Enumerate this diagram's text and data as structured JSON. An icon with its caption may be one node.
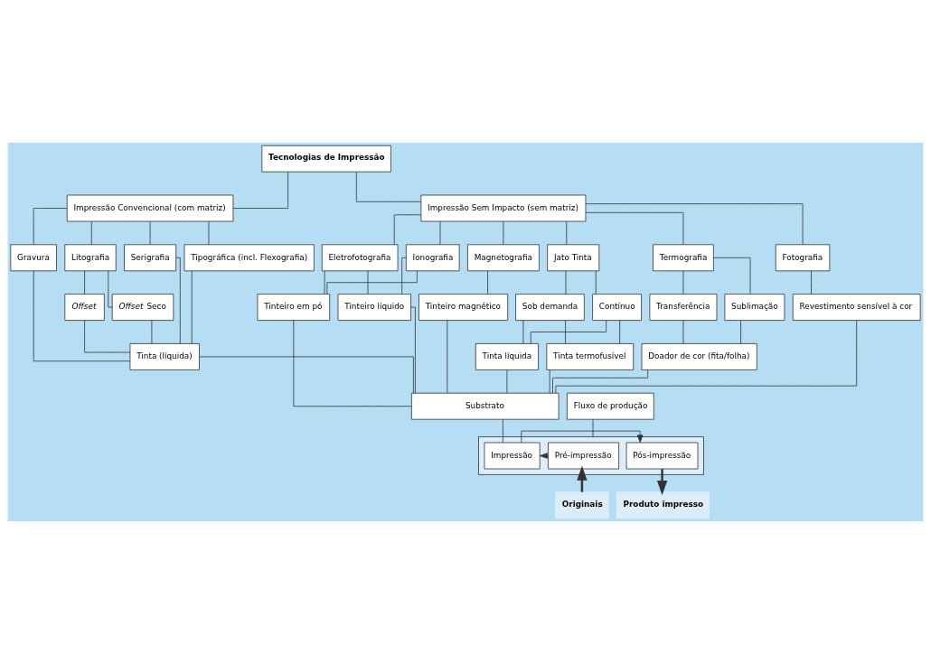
{
  "diagram": {
    "nodes": [
      {
        "text": [
          "Tecnologias de Impressão"
        ]
      },
      {
        "text": [
          "Impressão Convencional (com matriz)"
        ]
      },
      {
        "text": [
          "Impressão Sem Impacto (sem matriz)"
        ]
      },
      {
        "text": [
          "Serigrafia"
        ]
      },
      {
        "text": [
          "Tipográfica (incl. Flexografia)"
        ]
      },
      {
        "text": [
          "Litografia"
        ]
      },
      {
        "text": [
          "Gravura"
        ]
      },
      {
        "text": [
          "Eletrofotografia"
        ]
      },
      {
        "text": [
          "Ionografia"
        ]
      },
      {
        "text": [
          "Magnetografia"
        ]
      },
      {
        "text": [
          "Jato Tinta"
        ]
      },
      {
        "text": [
          "Termografia"
        ]
      },
      {
        "text": [
          "Fotografia"
        ]
      },
      {
        "text": [
          "Offset"
        ]
      },
      {
        "text": [
          "*Offset* Seco"
        ]
      },
      {
        "text": [
          "Contínuo"
        ]
      },
      {
        "text": [
          "Sob demanda"
        ]
      },
      {
        "text": [
          "Sublimação"
        ]
      },
      {
        "text": [
          "Transferência"
        ]
      },
      {
        "text": [
          "Tinta (líquida)"
        ]
      },
      {
        "text": [
          "Tinteiro em pó"
        ]
      },
      {
        "text": [
          "Tinteiro líquido"
        ]
      },
      {
        "text": [
          "Tinteiro magnético"
        ]
      },
      {
        "text": [
          "Tinta líquida"
        ]
      },
      {
        "text": [
          "Tinta termofusível"
        ]
      },
      {
        "text": [
          "Doador de cor (fita/folha)"
        ]
      },
      {
        "text": [
          "Revestimento sensível à cor"
        ]
      },
      {
        "text": [
          "Substrato"
        ]
      },
      {
        "text": [
          "Fluxo de produção"
        ]
      },
      {
        "text": [],
        "shape": "box"
      },
      {
        "text": [
          "Pré-impressão"
        ],
        "in": 29
      },
      {
        "text": [
          "Impressão"
        ],
        "in": 29
      },
      {
        "text": [
          "Pós-impressão"
        ],
        "in": 29
      },
      {
        "text": [
          "Originais"
        ]
      },
      {
        "text": [
          "Produto impresso"
        ]
      }
    ],
    "edges": [
      {
        "from": 0,
        "to": 1,
        "arrow": "none"
      },
      {
        "from": 0,
        "to": 2,
        "arrow": "none"
      },
      {
        "from": 1,
        "to": 3,
        "arrow": "none"
      },
      {
        "from": 1,
        "to": 4,
        "arrow": "none"
      },
      {
        "from": 1,
        "to": 5,
        "arrow": "none"
      },
      {
        "from": 1,
        "to": 6,
        "arrow": "none"
      },
      {
        "from": 2,
        "to": 7,
        "arrow": "none"
      },
      {
        "from": 2,
        "to": 8,
        "arrow": "none"
      },
      {
        "from": 2,
        "to": 9,
        "arrow": "none"
      },
      {
        "from": 2,
        "to": 10,
        "arrow": "none"
      },
      {
        "from": 2,
        "to": 11,
        "arrow": "none"
      },
      {
        "from": 2,
        "to": 12,
        "arrow": "none"
      },
      {
        "from": 5,
        "to": 13,
        "arrow": "none"
      },
      {
        "from": 5,
        "to": 14,
        "arrow": "none"
      },
      {
        "from": 10,
        "to": 15,
        "arrow": "none"
      },
      {
        "from": 10,
        "to": 16,
        "arrow": "none"
      },
      {
        "from": 11,
        "to": 17,
        "arrow": "none"
      },
      {
        "from": 11,
        "to": 18,
        "arrow": "none"
      },
      {
        "from": 3,
        "to": 19,
        "arrow": "none"
      },
      {
        "from": 4,
        "to": 19,
        "arrow": "none"
      },
      {
        "from": 13,
        "to": 19,
        "arrow": "none"
      },
      {
        "from": 14,
        "to": 19,
        "arrow": "none"
      },
      {
        "from": 6,
        "to": 19,
        "arrow": "none"
      },
      {
        "from": 7,
        "to": 20,
        "arrow": "none"
      },
      {
        "from": 7,
        "to": 21,
        "arrow": "none"
      },
      {
        "from": 8,
        "to": 20,
        "arrow": "none"
      },
      {
        "from": 8,
        "to": 21,
        "arrow": "none"
      },
      {
        "from": 9,
        "to": 22,
        "arrow": "none"
      },
      {
        "from": 15,
        "to": 23,
        "arrow": "none"
      },
      {
        "from": 15,
        "to": 24,
        "arrow": "none"
      },
      {
        "from": 16,
        "to": 23,
        "arrow": "none"
      },
      {
        "from": 16,
        "to": 24,
        "arrow": "none"
      },
      {
        "from": 17,
        "to": 25,
        "arrow": "none"
      },
      {
        "from": 18,
        "to": 25,
        "arrow": "none"
      },
      {
        "from": 12,
        "to": 26,
        "arrow": "none"
      },
      {
        "from": 19,
        "to": 27,
        "arrow": "none"
      },
      {
        "from": 20,
        "to": 27,
        "arrow": "none"
      },
      {
        "from": 21,
        "to": 27,
        "arrow": "none"
      },
      {
        "from": 22,
        "to": 27,
        "arrow": "none"
      },
      {
        "from": 23,
        "to": 27,
        "arrow": "none"
      },
      {
        "from": 24,
        "to": 27,
        "arrow": "none"
      },
      {
        "from": 25,
        "to": 27,
        "arrow": "none"
      },
      {
        "from": 26,
        "to": 27,
        "arrow": "none"
      },
      {
        "from": 27,
        "to": 31,
        "arrow": "none"
      },
      {
        "from": 28,
        "to": 29,
        "arrow": "none"
      },
      {
        "from": 30,
        "to": 31,
        "arrow": "to"
      },
      {
        "from": 31,
        "to": 32,
        "arrow": "to"
      },
      {
        "from": 33,
        "to": 30,
        "arrow": "to",
        "style": "thick"
      },
      {
        "from": 32,
        "to": 34,
        "arrow": "to",
        "style": "thick"
      }
    ]
  }
}
